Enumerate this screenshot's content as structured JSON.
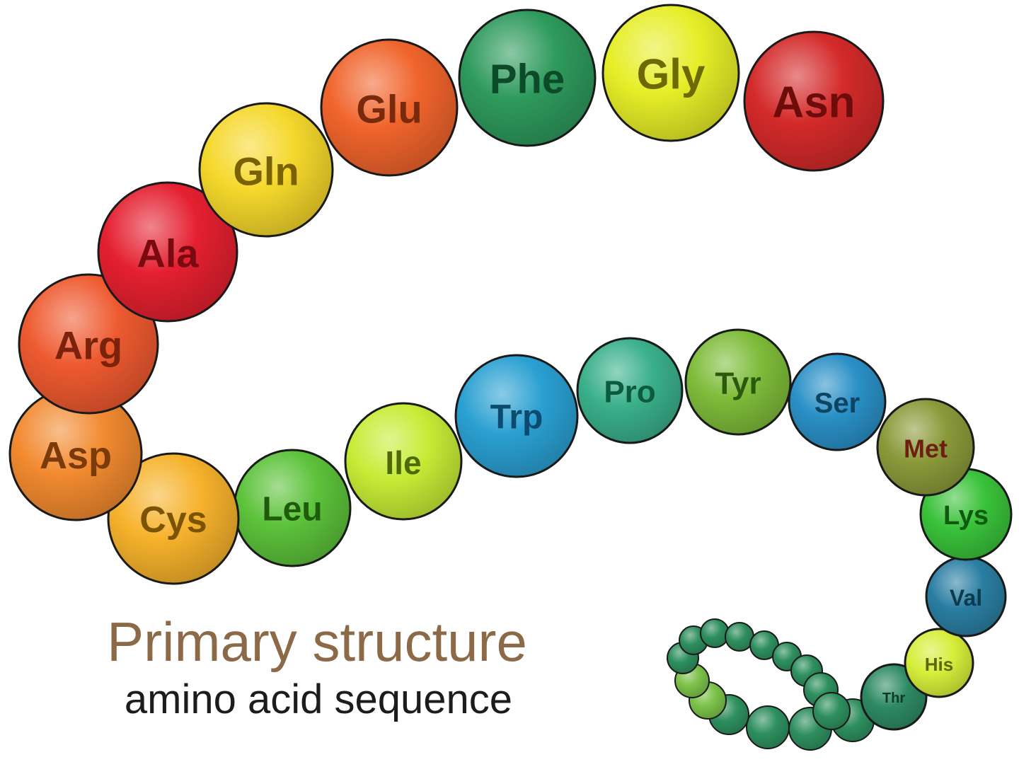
{
  "title": "Primary structure",
  "subtitle": "amino acid sequence",
  "residues": [
    {
      "name": "Asn",
      "color": "#d42a2a",
      "text_color": "#6e0c0c"
    },
    {
      "name": "Gly",
      "color": "#e6ee28",
      "text_color": "#6b6a05"
    },
    {
      "name": "Phe",
      "color": "#2e9a5c",
      "text_color": "#0d4a2a"
    },
    {
      "name": "Glu",
      "color": "#f0642c",
      "text_color": "#7a2a0c"
    },
    {
      "name": "Gln",
      "color": "#f5d82c",
      "text_color": "#7a6204"
    },
    {
      "name": "Ala",
      "color": "#e42030",
      "text_color": "#780a10"
    },
    {
      "name": "Arg",
      "color": "#ee5a30",
      "text_color": "#7a220c"
    },
    {
      "name": "Asp",
      "color": "#f28a30",
      "text_color": "#7a3a0a"
    },
    {
      "name": "Cys",
      "color": "#f6b22c",
      "text_color": "#7a5404"
    },
    {
      "name": "Leu",
      "color": "#5cc23a",
      "text_color": "#1e5c0c"
    },
    {
      "name": "Ile",
      "color": "#c6ec36",
      "text_color": "#4e6a08"
    },
    {
      "name": "Trp",
      "color": "#2aa0d2",
      "text_color": "#0c4a6e"
    },
    {
      "name": "Pro",
      "color": "#3ab08a",
      "text_color": "#0c5a40"
    },
    {
      "name": "Tyr",
      "color": "#7ebc3a",
      "text_color": "#2c5a0c"
    },
    {
      "name": "Ser",
      "color": "#2a90c6",
      "text_color": "#0c4462"
    },
    {
      "name": "Met",
      "color": "#8a9a3a",
      "text_color": "#6e2010"
    },
    {
      "name": "Lys",
      "color": "#3ac23a",
      "text_color": "#0e5a0e"
    },
    {
      "name": "Val",
      "color": "#2a7ea2",
      "text_color": "#0c3a4e"
    },
    {
      "name": "His",
      "color": "#d6ee3a",
      "text_color": "#5a6a08"
    },
    {
      "name": "Thr",
      "color": "#2e8a62",
      "text_color": "#0c3a28"
    }
  ],
  "colors": {
    "coil": "#2e8f5e",
    "outline": "#1a1a1a"
  }
}
